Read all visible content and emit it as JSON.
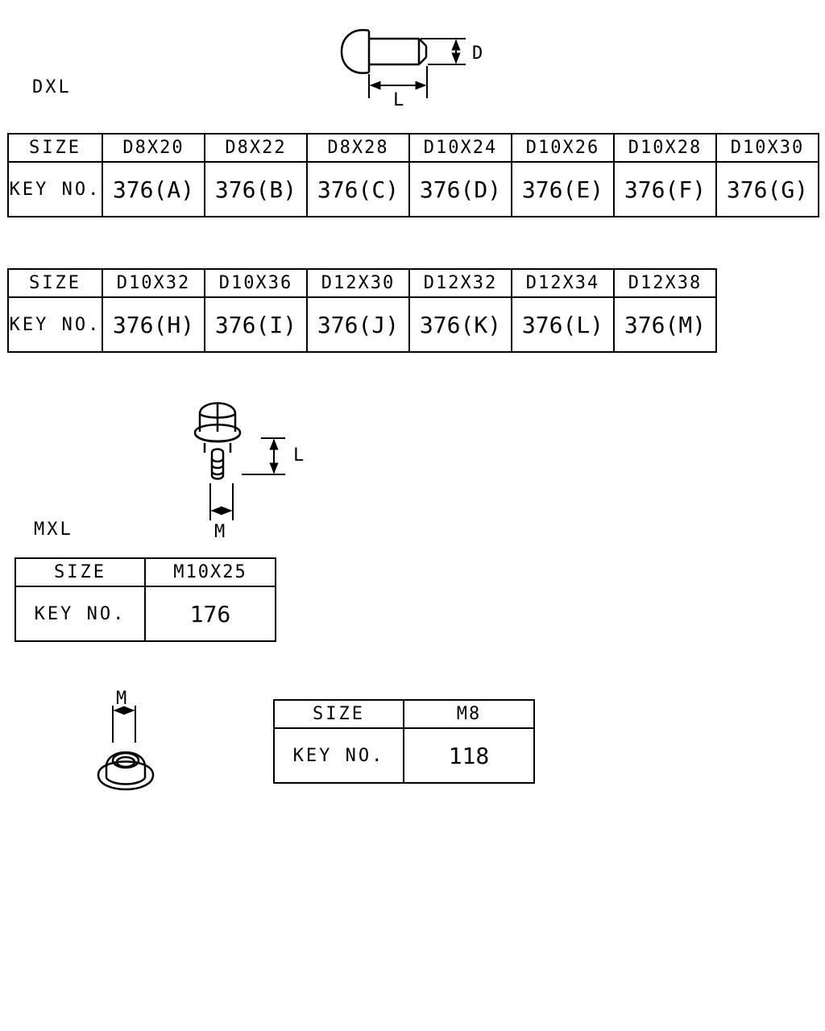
{
  "section_dxl": {
    "label": "DXL",
    "dim_d": "D",
    "dim_l": "L",
    "size_header": "SIZE",
    "key_header": "KEY NO.",
    "table1": {
      "sizes": [
        "D8X20",
        "D8X22",
        "D8X28",
        "D10X24",
        "D10X26",
        "D10X28",
        "D10X30"
      ],
      "keys": [
        "376(A)",
        "376(B)",
        "376(C)",
        "376(D)",
        "376(E)",
        "376(F)",
        "376(G)"
      ]
    },
    "table2": {
      "sizes": [
        "D10X32",
        "D10X36",
        "D12X30",
        "D12X32",
        "D12X34",
        "D12X38"
      ],
      "keys": [
        "376(H)",
        "376(I)",
        "376(J)",
        "376(K)",
        "376(L)",
        "376(M)"
      ]
    }
  },
  "section_mxl": {
    "label": "MXL",
    "dim_l": "L",
    "dim_m": "M",
    "size_header": "SIZE",
    "key_header": "KEY NO.",
    "sizes": [
      "M10X25"
    ],
    "keys": [
      "176"
    ]
  },
  "section_nut": {
    "dim_m": "M",
    "size_header": "SIZE",
    "key_header": "KEY NO.",
    "sizes": [
      "M8"
    ],
    "keys": [
      "118"
    ]
  }
}
